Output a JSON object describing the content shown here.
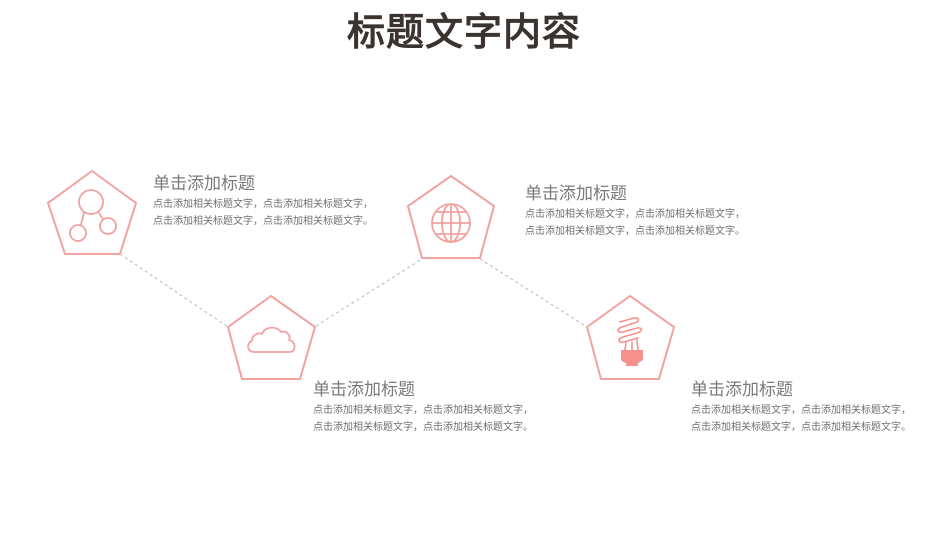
{
  "page": {
    "title": "标题文字内容"
  },
  "colors": {
    "accent": "#f0a3a0",
    "accent_fill": "#f6918d",
    "title": "#3a3330",
    "item_title": "#7a7a7a",
    "item_body": "#6f6f6f",
    "connector": "#b8b8b8"
  },
  "items": [
    {
      "icon": "share-nodes-icon",
      "title": "单击添加标题",
      "body": "点击添加相关标题文字，点击添加相关标题文字，点击添加相关标题文字，点击添加相关标题文字。"
    },
    {
      "icon": "cloud-icon",
      "title": "单击添加标题",
      "body": "点击添加相关标题文字，点击添加相关标题文字，点击添加相关标题文字，点击添加相关标题文字。"
    },
    {
      "icon": "globe-icon",
      "title": "单击添加标题",
      "body": "点击添加相关标题文字，点击添加相关标题文字，点击添加相关标题文字，点击添加相关标题文字。"
    },
    {
      "icon": "lightbulb-icon",
      "title": "单击添加标题",
      "body": "点击添加相关标题文字，点击添加相关标题文字，点击添加相关标题文字，点击添加相关标题文字。"
    }
  ]
}
